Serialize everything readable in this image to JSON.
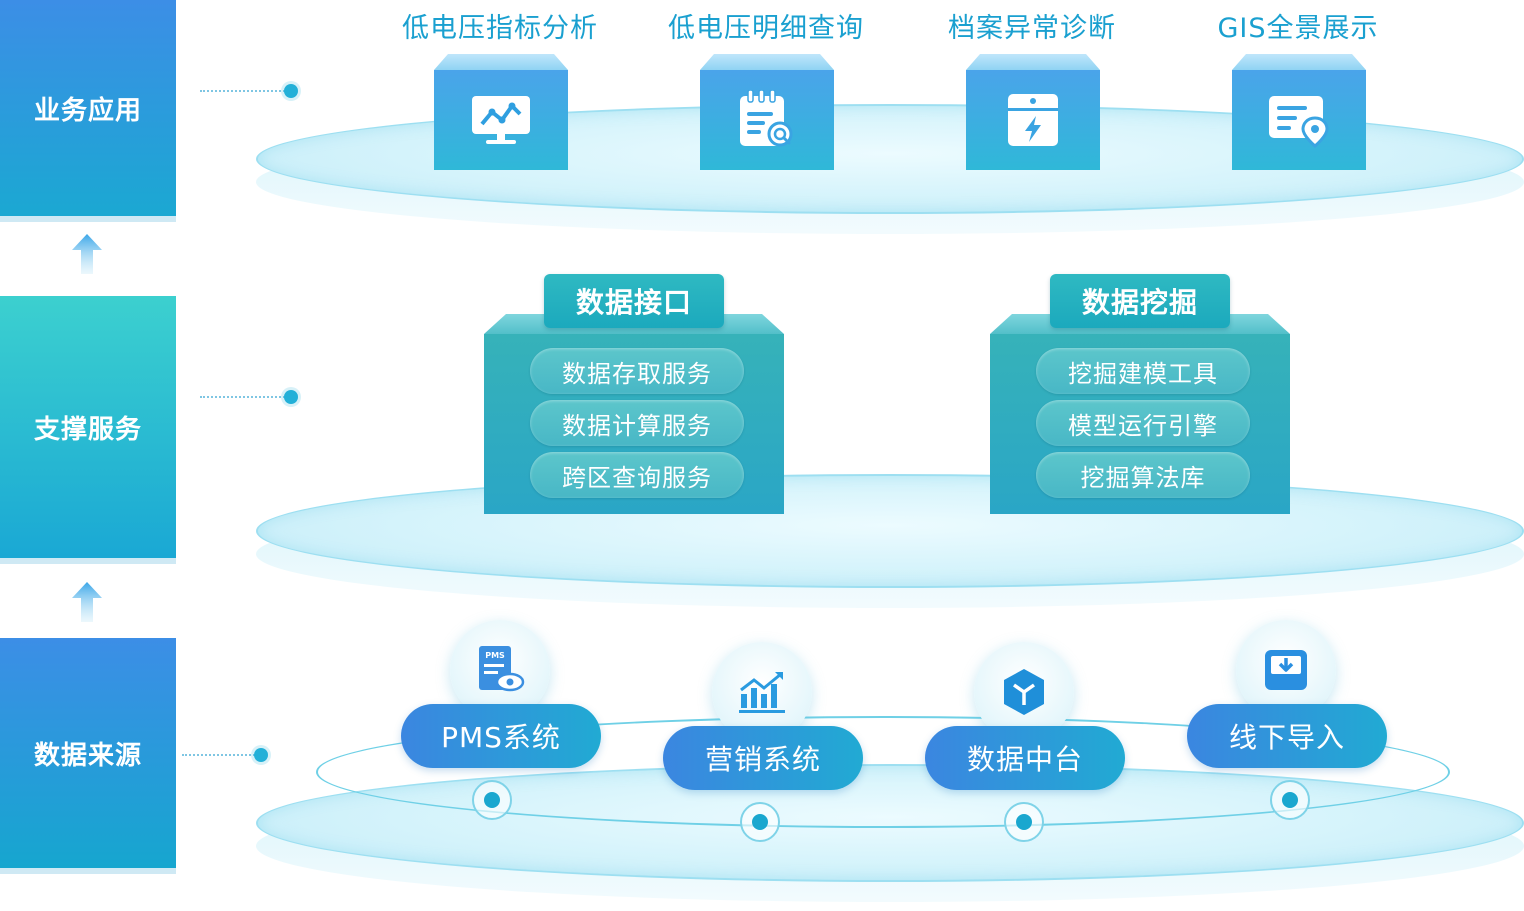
{
  "layers": {
    "app": "业务应用",
    "service": "支撑服务",
    "source": "数据来源"
  },
  "apps": [
    {
      "title": "低电压指标分析",
      "icon": "monitor-chart-icon"
    },
    {
      "title": "低电压明细查询",
      "icon": "calendar-search-icon"
    },
    {
      "title": "档案异常诊断",
      "icon": "power-cabinet-icon"
    },
    {
      "title": "GIS全景展示",
      "icon": "map-location-icon"
    }
  ],
  "services": [
    {
      "title": "数据接口",
      "items": [
        "数据存取服务",
        "数据计算服务",
        "跨区查询服务"
      ]
    },
    {
      "title": "数据挖掘",
      "items": [
        "挖掘建模工具",
        "模型运行引擎",
        "挖掘算法库"
      ]
    }
  ],
  "sources": [
    {
      "label": "PMS系统",
      "icon": "pms-document-icon",
      "icon_text": "PMS"
    },
    {
      "label": "营销系统",
      "icon": "growth-chart-icon"
    },
    {
      "label": "数据中台",
      "icon": "cube-icon"
    },
    {
      "label": "线下导入",
      "icon": "import-tray-icon"
    }
  ],
  "colors": {
    "primary_blue": "#3c8ee6",
    "cyan": "#1aa7cf",
    "teal": "#36b2b9",
    "title_text": "#1aa0d0"
  }
}
